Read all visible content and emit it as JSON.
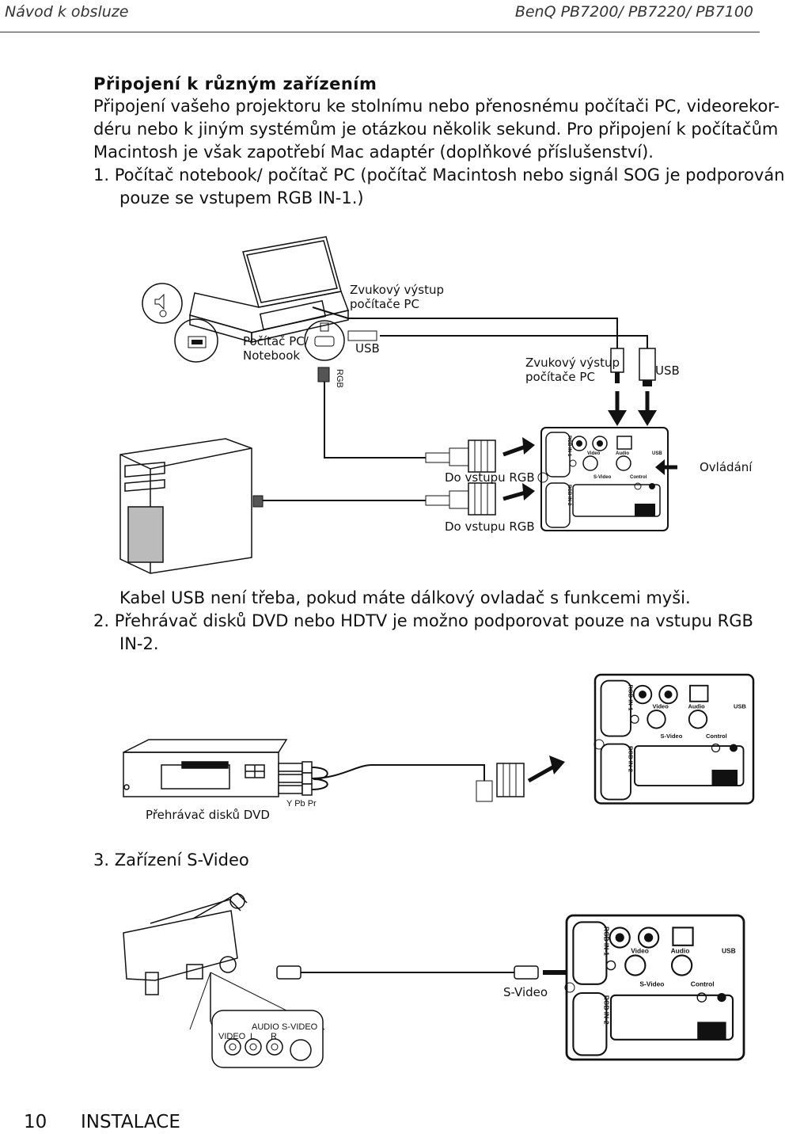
{
  "header": {
    "left": "Návod k obsluze",
    "right": "BenQ PB7200/ PB7220/ PB7100"
  },
  "section": {
    "title": "Připojení k různým zařízením",
    "intro": [
      "Připojení vašeho projektoru ke stolnímu nebo přenosnému počítači PC, videorekor-",
      "déru nebo k jiným systémům je otázkou několik sekund. Pro připojení k počítačům",
      "Macintosh je však zapotřebí Mac adaptér (doplňkové příslušenství)."
    ],
    "item1": [
      "1.  Počítač notebook/ počítač PC (počítač Macintosh nebo signál SOG je podporován",
      "pouze se vstupem RGB IN-1.)"
    ],
    "note1": "Kabel USB není třeba, pokud máte dálkový ovladač s funkcemi myši.",
    "item2": [
      "2.  Přehrávač disků DVD nebo HDTV je možno podporovat pouze na vstupu RGB",
      "IN-2."
    ],
    "item3": "3.  Zařízení S-Video"
  },
  "diagram1": {
    "audio_out_top": [
      "Zvukový výstup",
      "počítače PC"
    ],
    "pc_notebook": [
      "Počítač PC/",
      "Notebook"
    ],
    "usb_a": "USB",
    "audio_out_right": [
      "Zvukový výstup",
      "počítače PC"
    ],
    "usb_b": "USB",
    "rgb_vertical": "RGB",
    "rgb_in_a": "Do vstupu RGB",
    "rgb_in_b": "Do vstupu RGB",
    "control": "Ovládání"
  },
  "panel": {
    "rgb_in_1": "RGB IN-1",
    "rgb_in_2": "RGB IN-2",
    "video": "Video",
    "audio": "Audio",
    "usb": "USB",
    "s_video": "S-Video",
    "control": "Control"
  },
  "diagram2": {
    "dvd_player": "Přehrávač disků DVD",
    "ypbpr": "Y Pb Pr"
  },
  "diagram3": {
    "s_video": "S-Video",
    "audio": "AUDIO",
    "s_video_port": "S-VIDEO",
    "video": "VIDEO",
    "l": "L",
    "r": "R"
  },
  "footer": {
    "page": "10",
    "section": "INSTALACE"
  }
}
